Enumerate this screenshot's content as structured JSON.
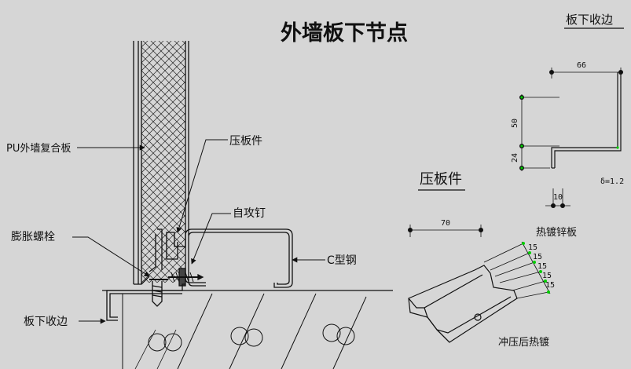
{
  "title": "外墙板下节点",
  "labels": {
    "pu_panel": "PU外墙复合板",
    "press_part": "压板件",
    "self_tap_nail": "自攻钉",
    "expansion_bolt": "膨胀螺栓",
    "c_steel": "C型钢",
    "bottom_edge": "板下收边"
  },
  "detail_bottom_edge": {
    "title": "板下收边",
    "dim_top": "66",
    "dim_upper": "50",
    "dim_lower": "24",
    "thickness": "δ=1.2",
    "dim_bottom": "10",
    "material": "热镀锌板"
  },
  "detail_press_part": {
    "title": "压板件",
    "dim_width": "70",
    "finish": "冲压后热镀",
    "small_dims": [
      "15",
      "15",
      "15",
      "15",
      "15"
    ]
  },
  "colors": {
    "title": "#cc0000",
    "background": "#d6d6d6",
    "line": "#111111",
    "node": "#00cc00"
  }
}
